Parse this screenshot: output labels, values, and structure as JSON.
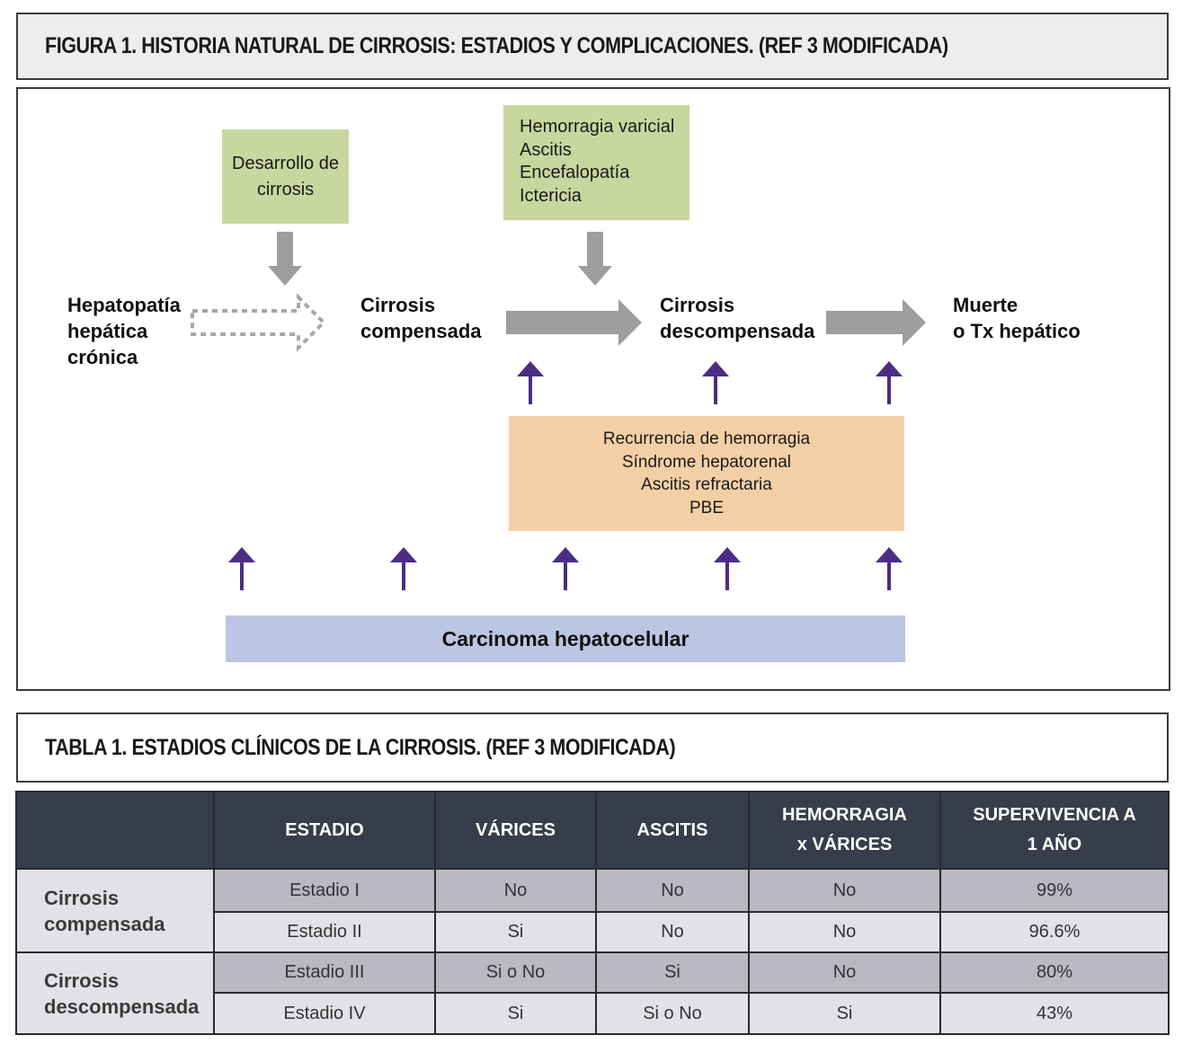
{
  "figure": {
    "title": "FIGURA 1. HISTORIA NATURAL DE CIRROSIS: ESTADIOS Y COMPLICACIONES. (REF 3 MODIFICADA)",
    "box_desarrollo": [
      "Desarrollo de",
      "cirrosis"
    ],
    "box_complications": [
      "Hemorragia varicial",
      "Ascitis",
      "Encefalopatía",
      "Ictericia"
    ],
    "stage_hepatopatia": [
      "Hepatopatía",
      "hepática",
      "crónica"
    ],
    "stage_compensada": [
      "Cirrosis",
      "compensada"
    ],
    "stage_descompensada": [
      "Cirrosis",
      "descompensada"
    ],
    "stage_muerte": [
      "Muerte",
      "o Tx hepático"
    ],
    "box_late": [
      "Recurrencia de hemorragia",
      "Síndrome hepatorenal",
      "Ascitis refractaria",
      "PBE"
    ],
    "box_chc": "Carcinoma hepatocelular",
    "colors": {
      "green": "#c9d69e",
      "orange": "#f3cfa6",
      "blue": "#bcc6e3",
      "arrow_gray": "#9e9e9e",
      "arrow_purple": "#4b2e83"
    }
  },
  "table": {
    "title": "TABLA 1. ESTADIOS CLÍNICOS DE LA CIRROSIS. (REF 3 MODIFICADA)",
    "headers": [
      "",
      "ESTADIO",
      "VÁRICES",
      "ASCITIS",
      "HEMORRAGIA x VÁRICES",
      "SUPERVIVENCIA A 1 AÑO"
    ],
    "header_lines": {
      "hem": [
        "HEMORRAGIA",
        "x VÁRICES"
      ],
      "sup": [
        "SUPERVIVENCIA A",
        "1 AÑO"
      ]
    },
    "groups": [
      "Cirrosis compensada",
      "Cirrosis descompensada"
    ],
    "group_lines": [
      [
        "Cirrosis",
        "compensada"
      ],
      [
        "Cirrosis",
        "descompensada"
      ]
    ],
    "rows": [
      [
        "Estadio I",
        "No",
        "No",
        "No",
        "99%"
      ],
      [
        "Estadio II",
        "Si",
        "No",
        "No",
        "96.6%"
      ],
      [
        "Estadio III",
        "Si o No",
        "Si",
        "No",
        "80%"
      ],
      [
        "Estadio IV",
        "Si",
        "Si o No",
        "Si",
        "43%"
      ]
    ]
  }
}
